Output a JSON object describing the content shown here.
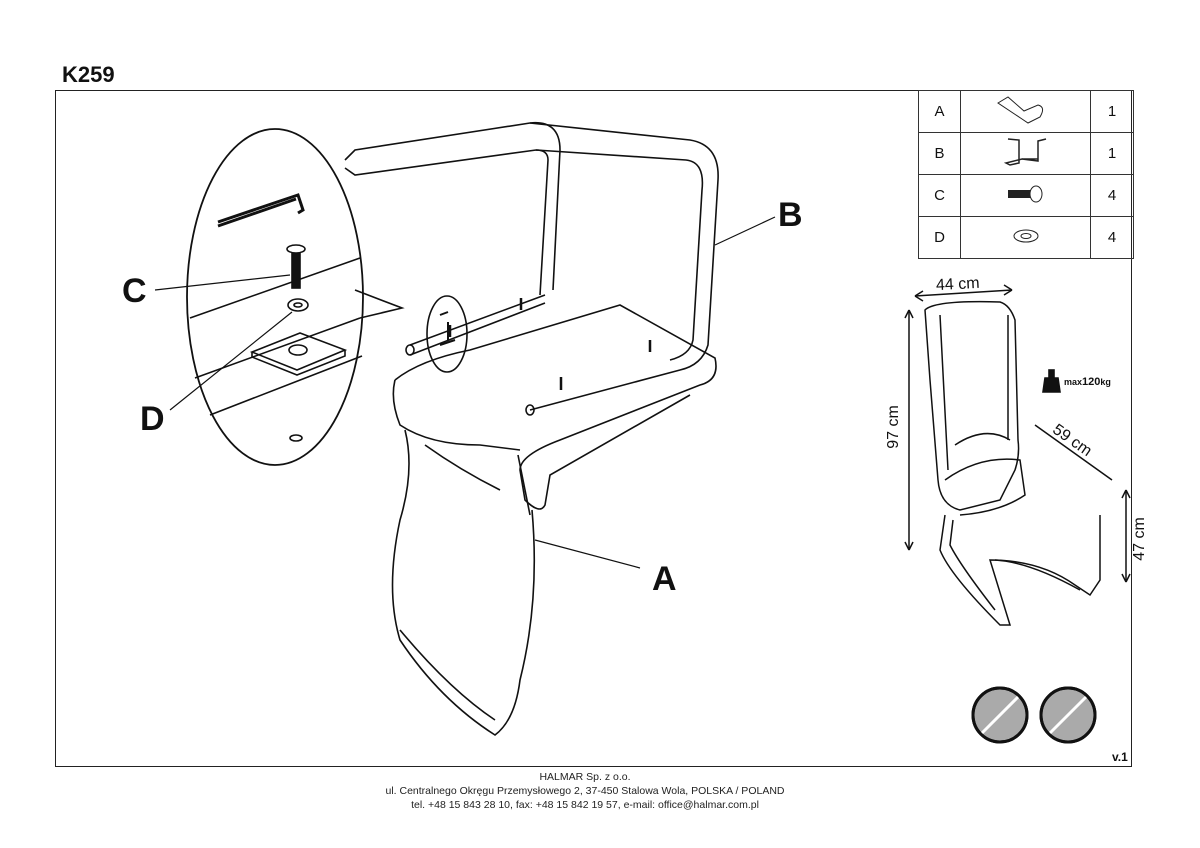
{
  "title": "K259",
  "parts": [
    {
      "letter": "A",
      "icon": "seat-shell-icon",
      "qty": "1"
    },
    {
      "letter": "B",
      "icon": "cantilever-frame-icon",
      "qty": "1"
    },
    {
      "letter": "C",
      "icon": "bolt-icon",
      "qty": "4"
    },
    {
      "letter": "D",
      "icon": "washer-icon",
      "qty": "4"
    }
  ],
  "callouts": {
    "a": "A",
    "b": "B",
    "c": "C",
    "d": "D"
  },
  "dimensions": {
    "width": "44 cm",
    "depth": "59 cm",
    "height": "97 cm",
    "seat_height": "47 cm"
  },
  "max_load": {
    "prefix": "max",
    "value": "120",
    "unit": "kg"
  },
  "version": "v.1",
  "footer": {
    "company": "HALMAR Sp. z o.o.",
    "address": "ul. Centralnego Okręgu Przemysłowego 2, 37-450 Stalowa Wola, POLSKA / POLAND",
    "contact": "tel. +48 15 843 28 10, fax: +48 15 842 19 57, e-mail: office@halmar.com.pl"
  }
}
